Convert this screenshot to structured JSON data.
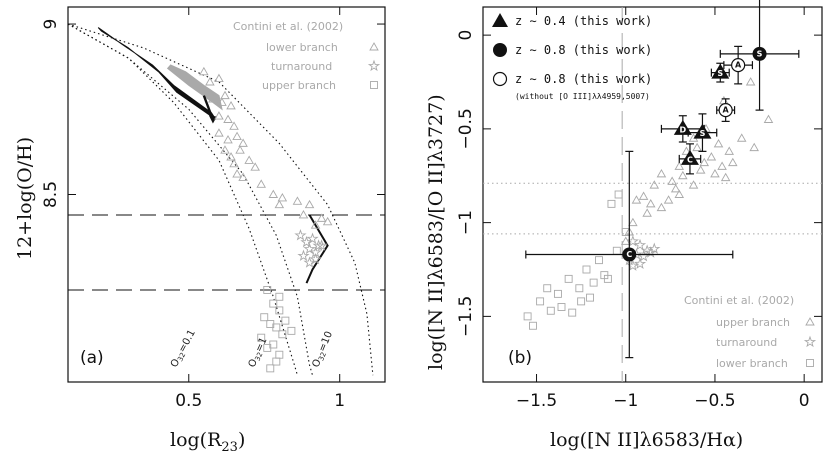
{
  "colors": {
    "gray": "#a9a9a9",
    "ink": "#111111"
  },
  "chart_data": [
    {
      "type": "scatter",
      "panel_label": "(a)",
      "xlabel": "log(R_23)",
      "ylabel": "12+log(O/H)",
      "xlim": [
        0.1,
        1.15
      ],
      "ylim": [
        7.95,
        9.05
      ],
      "xticks": [
        0.5,
        1.0
      ],
      "xtick_labels": [
        "0.5",
        "1"
      ],
      "yticks": [
        8.5,
        9.0
      ],
      "ytick_labels": [
        "8.5",
        "9"
      ],
      "grid": false,
      "legend_position": "top-right",
      "legend": {
        "title": "Contini et al. (2002)",
        "items": [
          {
            "label": "lower branch",
            "marker": "triangle"
          },
          {
            "label": "turnaround",
            "marker": "star"
          },
          {
            "label": "upper branch",
            "marker": "square"
          }
        ]
      },
      "hlines": [
        8.44,
        8.22
      ],
      "model_curves": [
        {
          "label": "O_32=0.1",
          "label_x": 0.57,
          "label_y": 8.02,
          "points": [
            [
              0.1,
              9.0
            ],
            [
              0.3,
              8.9
            ],
            [
              0.45,
              8.77
            ],
            [
              0.6,
              8.6
            ],
            [
              0.7,
              8.4
            ],
            [
              0.78,
              8.2
            ],
            [
              0.85,
              8.0
            ],
            [
              0.86,
              7.97
            ]
          ]
        },
        {
          "label": "O_32=1",
          "label_x": 0.81,
          "label_y": 8.02,
          "points": [
            [
              0.1,
              9.0
            ],
            [
              0.3,
              8.9
            ],
            [
              0.5,
              8.75
            ],
            [
              0.68,
              8.56
            ],
            [
              0.79,
              8.38
            ],
            [
              0.86,
              8.2
            ],
            [
              0.9,
              8.0
            ],
            [
              0.91,
              7.97
            ]
          ]
        },
        {
          "label": "O_32=10",
          "label_x": 1.01,
          "label_y": 8.02,
          "points": [
            [
              0.1,
              9.0
            ],
            [
              0.35,
              8.93
            ],
            [
              0.6,
              8.83
            ],
            [
              0.8,
              8.65
            ],
            [
              0.96,
              8.47
            ],
            [
              1.05,
              8.3
            ],
            [
              1.09,
              8.15
            ],
            [
              1.11,
              7.97
            ]
          ]
        }
      ],
      "calibration_line": [
        [
          0.89,
          8.24
        ],
        [
          0.91,
          8.28
        ],
        [
          0.96,
          8.35
        ],
        [
          0.9,
          8.44
        ]
      ],
      "black_band": [
        [
          0.21,
          8.98
        ],
        [
          0.3,
          8.93
        ],
        [
          0.4,
          8.86
        ],
        [
          0.46,
          8.8
        ],
        [
          0.59,
          8.72
        ],
        [
          0.575,
          8.74
        ],
        [
          0.45,
          8.82
        ],
        [
          0.38,
          8.88
        ],
        [
          0.28,
          8.94
        ],
        [
          0.2,
          8.99
        ]
      ],
      "gray_band": [
        [
          0.43,
          8.87
        ],
        [
          0.5,
          8.82
        ],
        [
          0.58,
          8.77
        ],
        [
          0.61,
          8.75
        ],
        [
          0.6,
          8.79
        ],
        [
          0.55,
          8.82
        ],
        [
          0.49,
          8.86
        ],
        [
          0.44,
          8.88
        ]
      ],
      "arrow_band": {
        "start": [
          0.55,
          8.79
        ],
        "end": [
          0.58,
          8.72
        ]
      },
      "series": [
        {
          "name": "lower branch",
          "marker": "triangle",
          "x": [
            0.55,
            0.57,
            0.6,
            0.62,
            0.58,
            0.61,
            0.64,
            0.6,
            0.63,
            0.65,
            0.6,
            0.63,
            0.66,
            0.68,
            0.62,
            0.64,
            0.67,
            0.65,
            0.7,
            0.72,
            0.66,
            0.68,
            0.74,
            0.78,
            0.81,
            0.8,
            0.86,
            0.9,
            0.94,
            0.92,
            0.88,
            0.96
          ],
          "y": [
            8.86,
            8.83,
            8.84,
            8.79,
            8.78,
            8.77,
            8.76,
            8.73,
            8.72,
            8.7,
            8.68,
            8.66,
            8.67,
            8.65,
            8.63,
            8.61,
            8.63,
            8.59,
            8.6,
            8.58,
            8.56,
            8.55,
            8.53,
            8.5,
            8.49,
            8.47,
            8.48,
            8.47,
            8.43,
            8.41,
            8.44,
            8.42
          ]
        },
        {
          "name": "turnaround",
          "marker": "star",
          "x": [
            0.87,
            0.89,
            0.91,
            0.93,
            0.9,
            0.92,
            0.88,
            0.94,
            0.9,
            0.92
          ],
          "y": [
            8.38,
            8.36,
            8.37,
            8.35,
            8.34,
            8.33,
            8.32,
            8.35,
            8.3,
            8.31
          ]
        },
        {
          "name": "upper branch",
          "marker": "square",
          "x": [
            0.76,
            0.78,
            0.8,
            0.75,
            0.77,
            0.79,
            0.81,
            0.74,
            0.76,
            0.78,
            0.8,
            0.79,
            0.77,
            0.82,
            0.84,
            0.8
          ],
          "y": [
            8.22,
            8.18,
            8.16,
            8.14,
            8.12,
            8.11,
            8.09,
            8.08,
            8.05,
            8.06,
            8.03,
            8.01,
            7.99,
            8.13,
            8.1,
            8.2
          ]
        }
      ]
    },
    {
      "type": "scatter",
      "panel_label": "(b)",
      "xlabel": "log([N II]λ6583/Hα)",
      "ylabel": "log([N II]λ6583/[O II]λ3727)",
      "xlim": [
        -1.8,
        0.1
      ],
      "ylim": [
        -1.85,
        0.15
      ],
      "xticks": [
        -1.5,
        -1,
        -0.5,
        0
      ],
      "xtick_labels": [
        "−1.5",
        "−1",
        "−0.5",
        "0"
      ],
      "yticks": [
        -1.5,
        -1,
        -0.5,
        0
      ],
      "ytick_labels": [
        "−1.5",
        "−1",
        "−0.5",
        "0"
      ],
      "grid": false,
      "legend_position": "top-left",
      "legend": {
        "items": [
          {
            "label": "z ∼ 0.4 (this work)",
            "marker": "filled-triangle"
          },
          {
            "label": "z ∼ 0.8 (this work)",
            "marker": "filled-circle"
          },
          {
            "label": "z ∼ 0.8 (this work)",
            "marker": "open-circle",
            "note": "(without [O III]λλ4959,5007)"
          }
        ],
        "reference": {
          "title": "Contini et al. (2002)",
          "items": [
            {
              "label": "upper branch",
              "marker": "triangle"
            },
            {
              "label": "turnaround",
              "marker": "star"
            },
            {
              "label": "lower branch",
              "marker": "square"
            }
          ]
        }
      },
      "vline": -1.02,
      "hlines": [
        -0.79,
        -1.06
      ],
      "series": [
        {
          "name": "upper branch",
          "marker": "triangle",
          "x": [
            -0.3,
            -0.45,
            -0.2,
            -0.35,
            -0.28,
            -0.62,
            -0.55,
            -0.48,
            -0.42,
            -0.66,
            -0.6,
            -0.52,
            -0.46,
            -0.4,
            -0.7,
            -0.64,
            -0.58,
            -0.5,
            -0.44,
            -0.68,
            -0.74,
            -0.56,
            -0.62,
            -0.8,
            -0.7,
            -0.76,
            -0.84,
            -0.72,
            -0.9,
            -0.86,
            -0.94,
            -0.88,
            -0.8,
            -0.96,
            -0.98,
            -1.0
          ],
          "y": [
            -0.25,
            -0.35,
            -0.45,
            -0.55,
            -0.6,
            -0.55,
            -0.5,
            -0.58,
            -0.62,
            -0.62,
            -0.6,
            -0.65,
            -0.7,
            -0.68,
            -0.7,
            -0.66,
            -0.72,
            -0.74,
            -0.76,
            -0.75,
            -0.78,
            -0.68,
            -0.8,
            -0.74,
            -0.85,
            -0.88,
            -0.8,
            -0.82,
            -0.86,
            -0.9,
            -0.88,
            -0.95,
            -0.92,
            -1.0,
            -1.05,
            -1.1
          ]
        },
        {
          "name": "turnaround",
          "marker": "star",
          "x": [
            -0.96,
            -0.92,
            -0.88,
            -0.94,
            -0.9,
            -0.86,
            -0.98,
            -0.84,
            -0.92,
            -0.96
          ],
          "y": [
            -1.1,
            -1.12,
            -1.15,
            -1.17,
            -1.18,
            -1.16,
            -1.2,
            -1.14,
            -1.22,
            -1.23
          ]
        },
        {
          "name": "lower branch",
          "marker": "square",
          "x": [
            -1.04,
            -1.08,
            -1.15,
            -1.22,
            -1.1,
            -1.18,
            -1.26,
            -1.32,
            -1.25,
            -1.38,
            -1.44,
            -1.36,
            -1.48,
            -1.55,
            -1.3,
            -1.2,
            -1.12,
            -1.52,
            -1.0,
            -1.05,
            -1.42
          ],
          "y": [
            -0.85,
            -0.9,
            -1.2,
            -1.25,
            -1.3,
            -1.32,
            -1.35,
            -1.3,
            -1.42,
            -1.38,
            -1.35,
            -1.45,
            -1.42,
            -1.5,
            -1.48,
            -1.4,
            -1.28,
            -1.55,
            -1.05,
            -1.15,
            -1.47
          ]
        },
        {
          "name": "z ∼ 0.4 (this work)",
          "marker": "filled-triangle",
          "points": [
            {
              "x": -0.47,
              "y": -0.2,
              "label": "S",
              "xerr": 0.05,
              "yerr": 0.05
            },
            {
              "x": -0.68,
              "y": -0.5,
              "label": "D",
              "xerr": 0.12,
              "yerr": 0.07
            },
            {
              "x": -0.57,
              "y": -0.52,
              "label": "S",
              "xerr": 0.08,
              "yerr": 0.1
            },
            {
              "x": -0.64,
              "y": -0.66,
              "label": "C",
              "xerr": 0.06,
              "yerr": 0.08
            }
          ]
        },
        {
          "name": "z ∼ 0.8 (this work)",
          "marker": "filled-circle",
          "points": [
            {
              "x": -0.25,
              "y": -0.1,
              "label": "S",
              "xerr": 0.22,
              "yerr": 0.3
            },
            {
              "x": -0.98,
              "y": -1.17,
              "label": "C",
              "xerr": 0.58,
              "yerr": 0.55
            }
          ]
        },
        {
          "name": "z ∼ 0.8 (this work)",
          "marker": "open-circle",
          "points": [
            {
              "x": -0.37,
              "y": -0.16,
              "label": "A",
              "xerr": 0.08,
              "yerr": 0.1
            },
            {
              "x": -0.44,
              "y": -0.4,
              "label": "A",
              "xerr": 0.05,
              "yerr": 0.06
            }
          ]
        }
      ]
    }
  ]
}
